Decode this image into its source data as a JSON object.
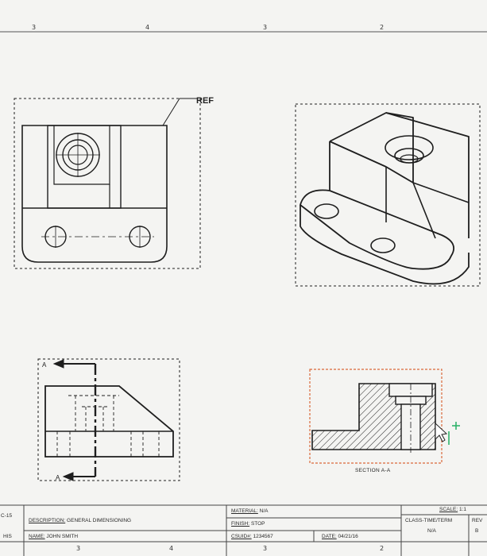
{
  "zone_numbers_top": [
    "3",
    "4",
    "3",
    "2"
  ],
  "zone_numbers_bottom": [
    "3",
    "4",
    "3",
    "2"
  ],
  "views": {
    "front_view_ref_label": "REF",
    "section_view_label": "SECTION A-A",
    "cutting_plane_top_letter": "A",
    "cutting_plane_bottom_letter": "A"
  },
  "title_block": {
    "left_edge_top": "C-15",
    "left_edge_bottom": "HIS",
    "description_label": "DESCRIPTION:",
    "description_value": "GENERAL DIMENSIONING",
    "name_label": "NAME:",
    "name_value": "JOHN SMITH",
    "material_label": "MATERIAL:",
    "material_value": "N/A",
    "finish_label": "FINISH:",
    "finish_value": "STOP",
    "csu_id_label": "CSUID#:",
    "csu_id_value": "1234567",
    "date_label": "DATE:",
    "date_value": "04/21/16",
    "scale_label": "SCALE:",
    "scale_value": "1:1",
    "class_label": "CLASS-TIME/TERM",
    "class_value": "N/A",
    "rev_label": "REV",
    "rev_value": "B"
  },
  "colors": {
    "sheet_background": "#f4f4f2",
    "line_color": "#1e1e1e",
    "selection_border": "#d9683a",
    "cursor_accent": "#2fb36a"
  },
  "icons": [
    "mouse-pointer-icon",
    "move-cursor-icon"
  ]
}
